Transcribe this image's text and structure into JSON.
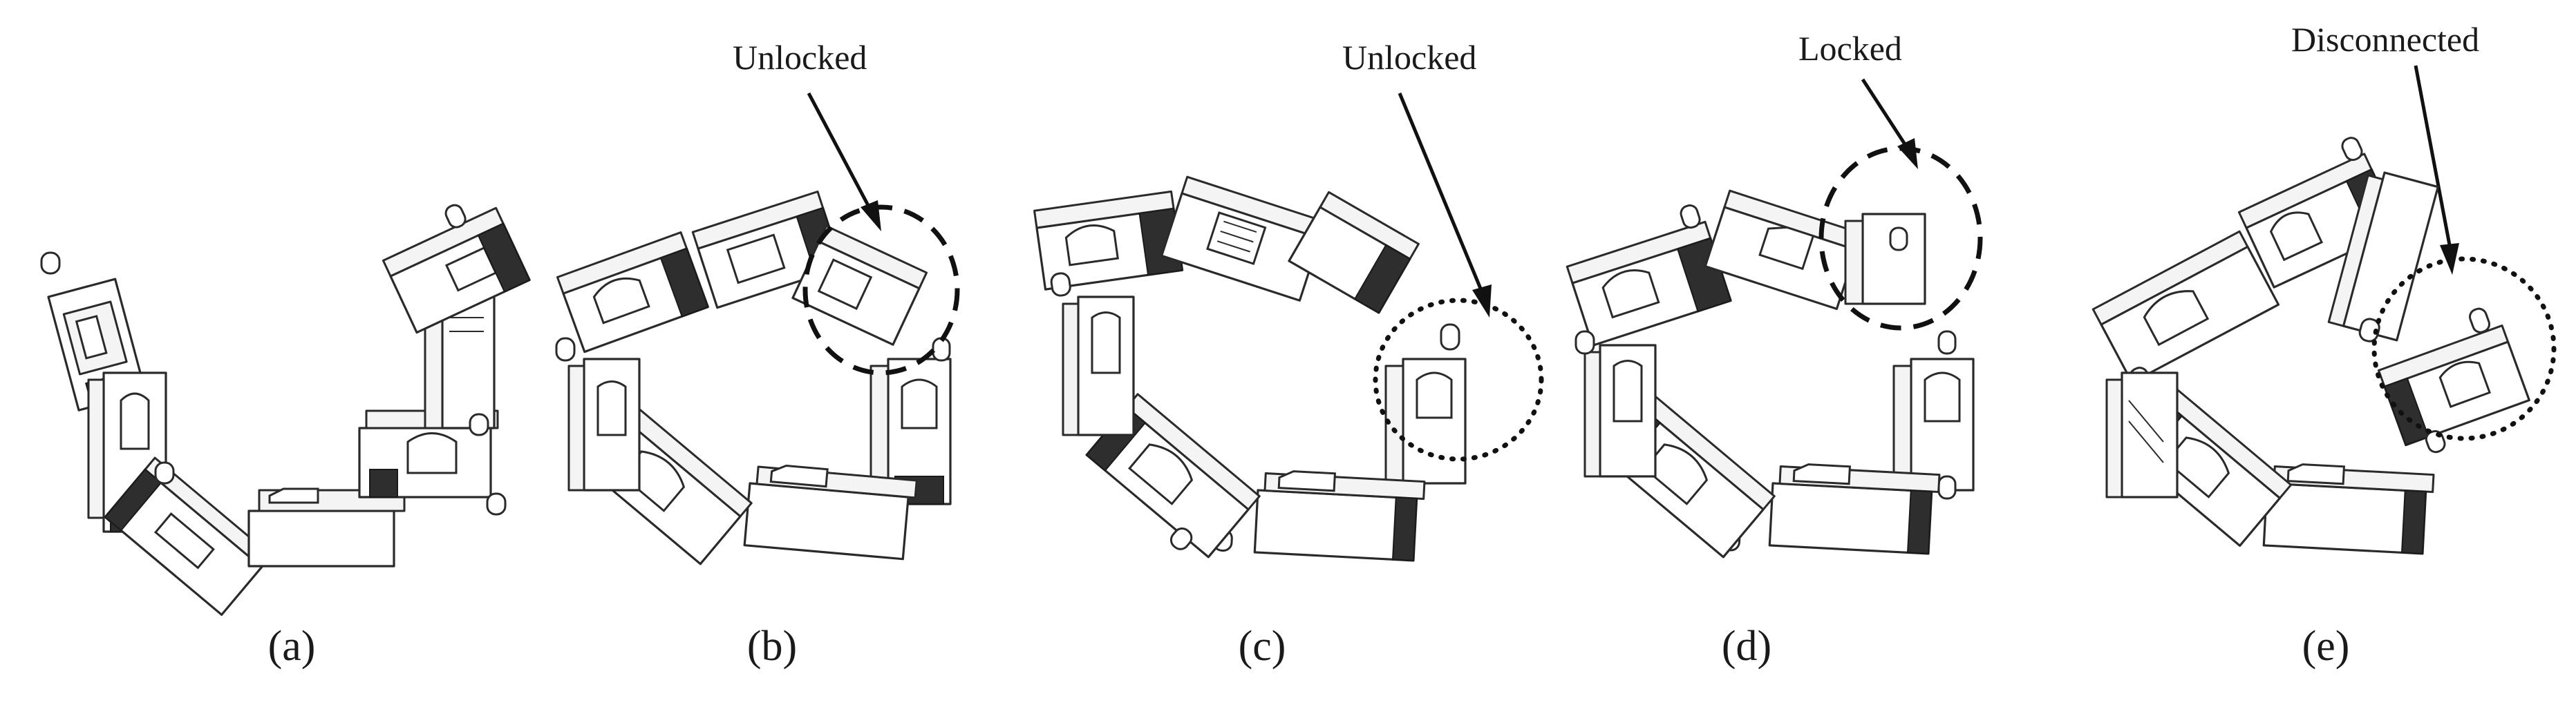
{
  "panels": [
    {
      "caption": "(a)",
      "annotation": ""
    },
    {
      "caption": "(b)",
      "annotation": "Unlocked"
    },
    {
      "caption": "(c)",
      "annotation": "Unlocked"
    },
    {
      "caption": "(d)",
      "annotation": "Locked"
    },
    {
      "caption": "(e)",
      "annotation": "Disconnected"
    }
  ],
  "colors": {
    "line": "#2a2a2a",
    "background": "#ffffff"
  }
}
